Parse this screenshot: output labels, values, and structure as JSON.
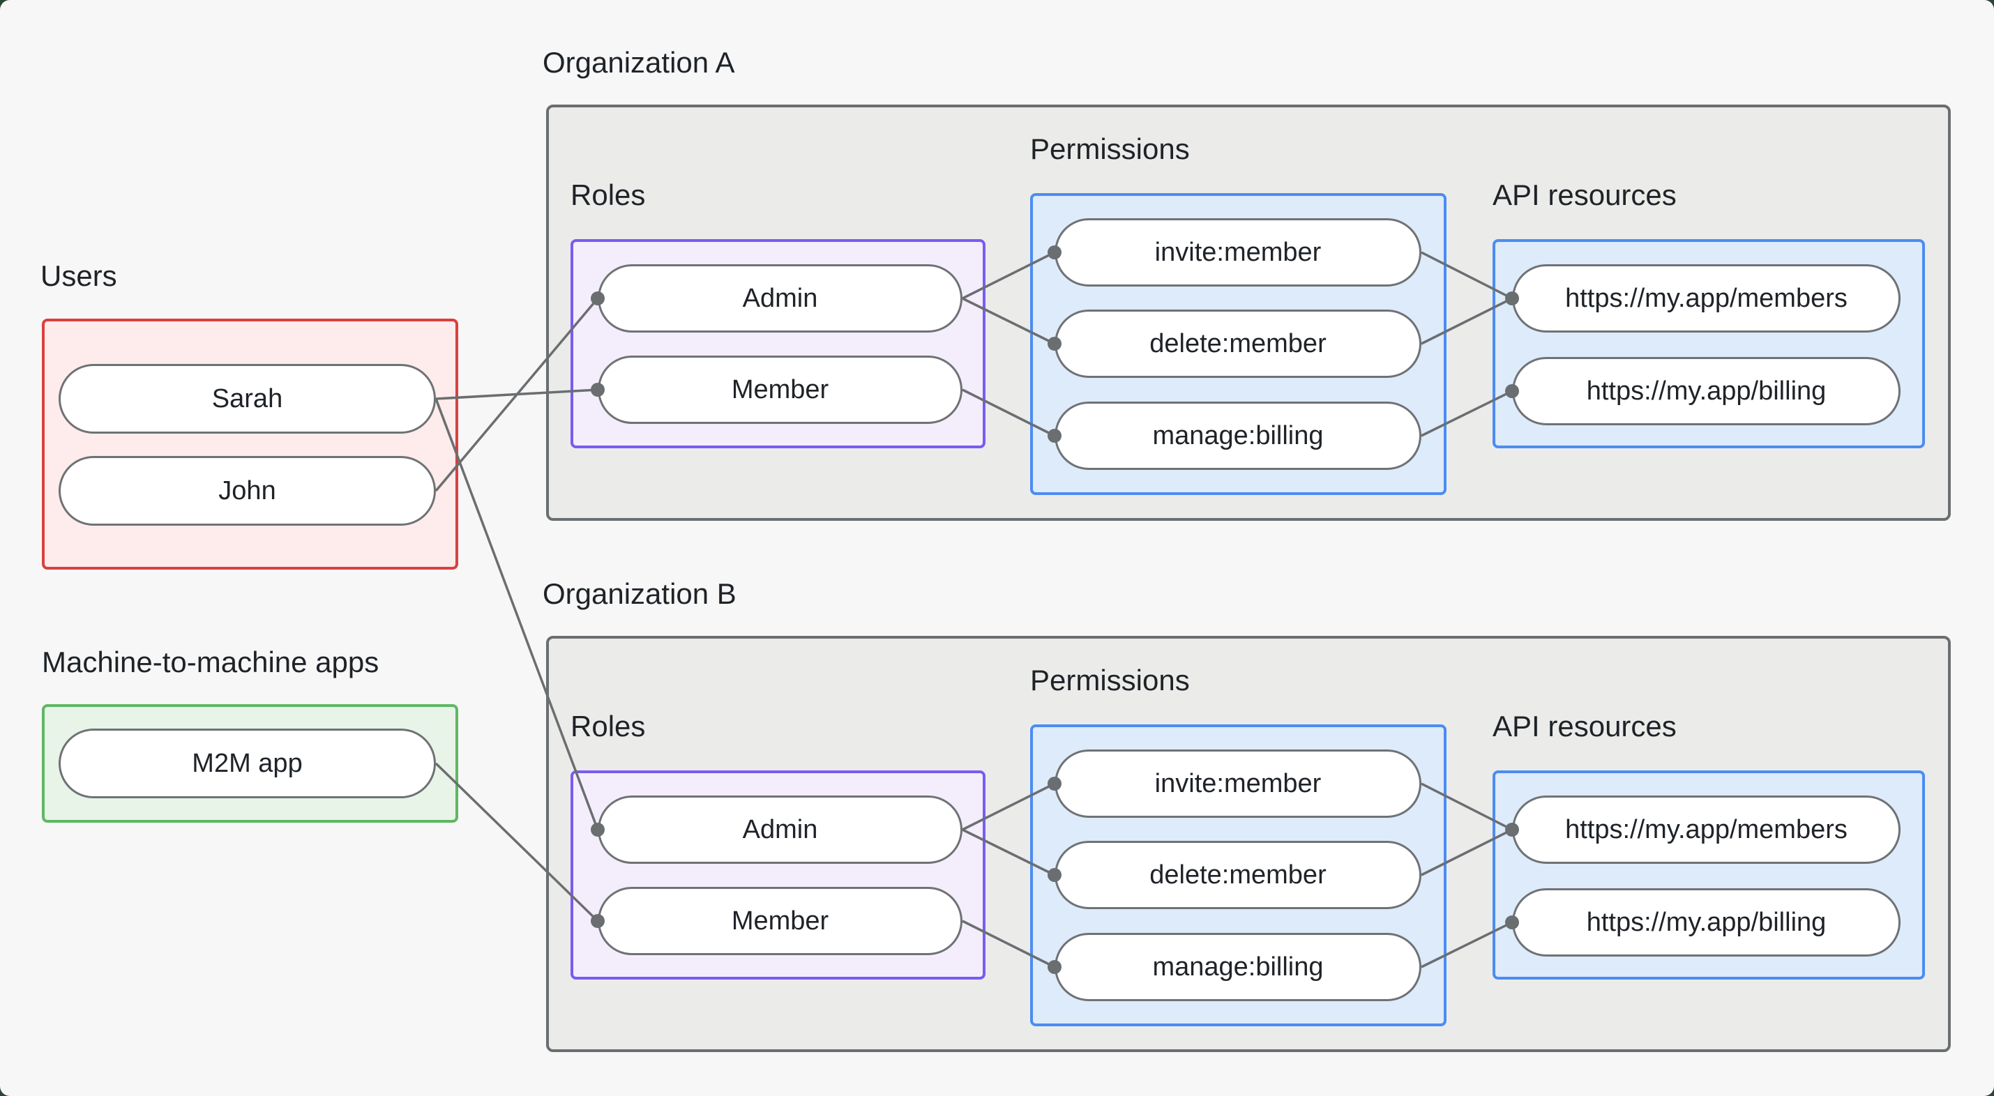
{
  "users_section": {
    "title": "Users",
    "items": [
      {
        "label": "Sarah"
      },
      {
        "label": "John"
      }
    ]
  },
  "m2m_section": {
    "title": "Machine-to-machine apps",
    "items": [
      {
        "label": "M2M app"
      }
    ]
  },
  "organizations": [
    {
      "title": "Organization A",
      "roles": {
        "title": "Roles",
        "items": [
          {
            "label": "Admin"
          },
          {
            "label": "Member"
          }
        ]
      },
      "permissions": {
        "title": "Permissions",
        "items": [
          {
            "label": "invite:member"
          },
          {
            "label": "delete:member"
          },
          {
            "label": "manage:billing"
          }
        ]
      },
      "api_resources": {
        "title": "API resources",
        "items": [
          {
            "label": "https://my.app/members"
          },
          {
            "label": "https://my.app/billing"
          }
        ]
      }
    },
    {
      "title": "Organization B",
      "roles": {
        "title": "Roles",
        "items": [
          {
            "label": "Admin"
          },
          {
            "label": "Member"
          }
        ]
      },
      "permissions": {
        "title": "Permissions",
        "items": [
          {
            "label": "invite:member"
          },
          {
            "label": "delete:member"
          },
          {
            "label": "manage:billing"
          }
        ]
      },
      "api_resources": {
        "title": "API resources",
        "items": [
          {
            "label": "https://my.app/members"
          },
          {
            "label": "https://my.app/billing"
          }
        ]
      }
    }
  ],
  "edges": [
    {
      "from": "users.sarah",
      "to": "org_a.roles.member"
    },
    {
      "from": "users.john",
      "to": "org_a.roles.admin"
    },
    {
      "from": "users.sarah",
      "to": "org_b.roles.admin"
    },
    {
      "from": "m2m.m2m_app",
      "to": "org_b.roles.member"
    },
    {
      "from": "org_a.roles.admin",
      "to": "org_a.permissions.invite_member"
    },
    {
      "from": "org_a.roles.admin",
      "to": "org_a.permissions.delete_member"
    },
    {
      "from": "org_a.roles.member",
      "to": "org_a.permissions.manage_billing"
    },
    {
      "from": "org_a.permissions.invite_member",
      "to": "org_a.api.members"
    },
    {
      "from": "org_a.permissions.delete_member",
      "to": "org_a.api.members"
    },
    {
      "from": "org_a.permissions.manage_billing",
      "to": "org_a.api.billing"
    },
    {
      "from": "org_b.roles.admin",
      "to": "org_b.permissions.invite_member"
    },
    {
      "from": "org_b.roles.admin",
      "to": "org_b.permissions.delete_member"
    },
    {
      "from": "org_b.roles.member",
      "to": "org_b.permissions.manage_billing"
    },
    {
      "from": "org_b.permissions.invite_member",
      "to": "org_b.api.members"
    },
    {
      "from": "org_b.permissions.delete_member",
      "to": "org_b.api.members"
    },
    {
      "from": "org_b.permissions.manage_billing",
      "to": "org_b.api.billing"
    }
  ],
  "colors": {
    "background": "#f6f7f6",
    "frame": "#2c4434",
    "org_box_fill": "#ebecea",
    "org_box_border": "#6b6e71",
    "users_fill": "#fdeceb",
    "users_border": "#d94040",
    "m2m_fill": "#e8f4e8",
    "m2m_border": "#5fb863",
    "roles_fill": "#f4eefc",
    "roles_border": "#7a5bf2",
    "permissions_fill": "#ddebfa",
    "permissions_border": "#4c8cf2",
    "pill_fill": "#ffffff",
    "pill_border": "#6f7275",
    "edge": "#6b6e71",
    "text": "#1f2328"
  }
}
